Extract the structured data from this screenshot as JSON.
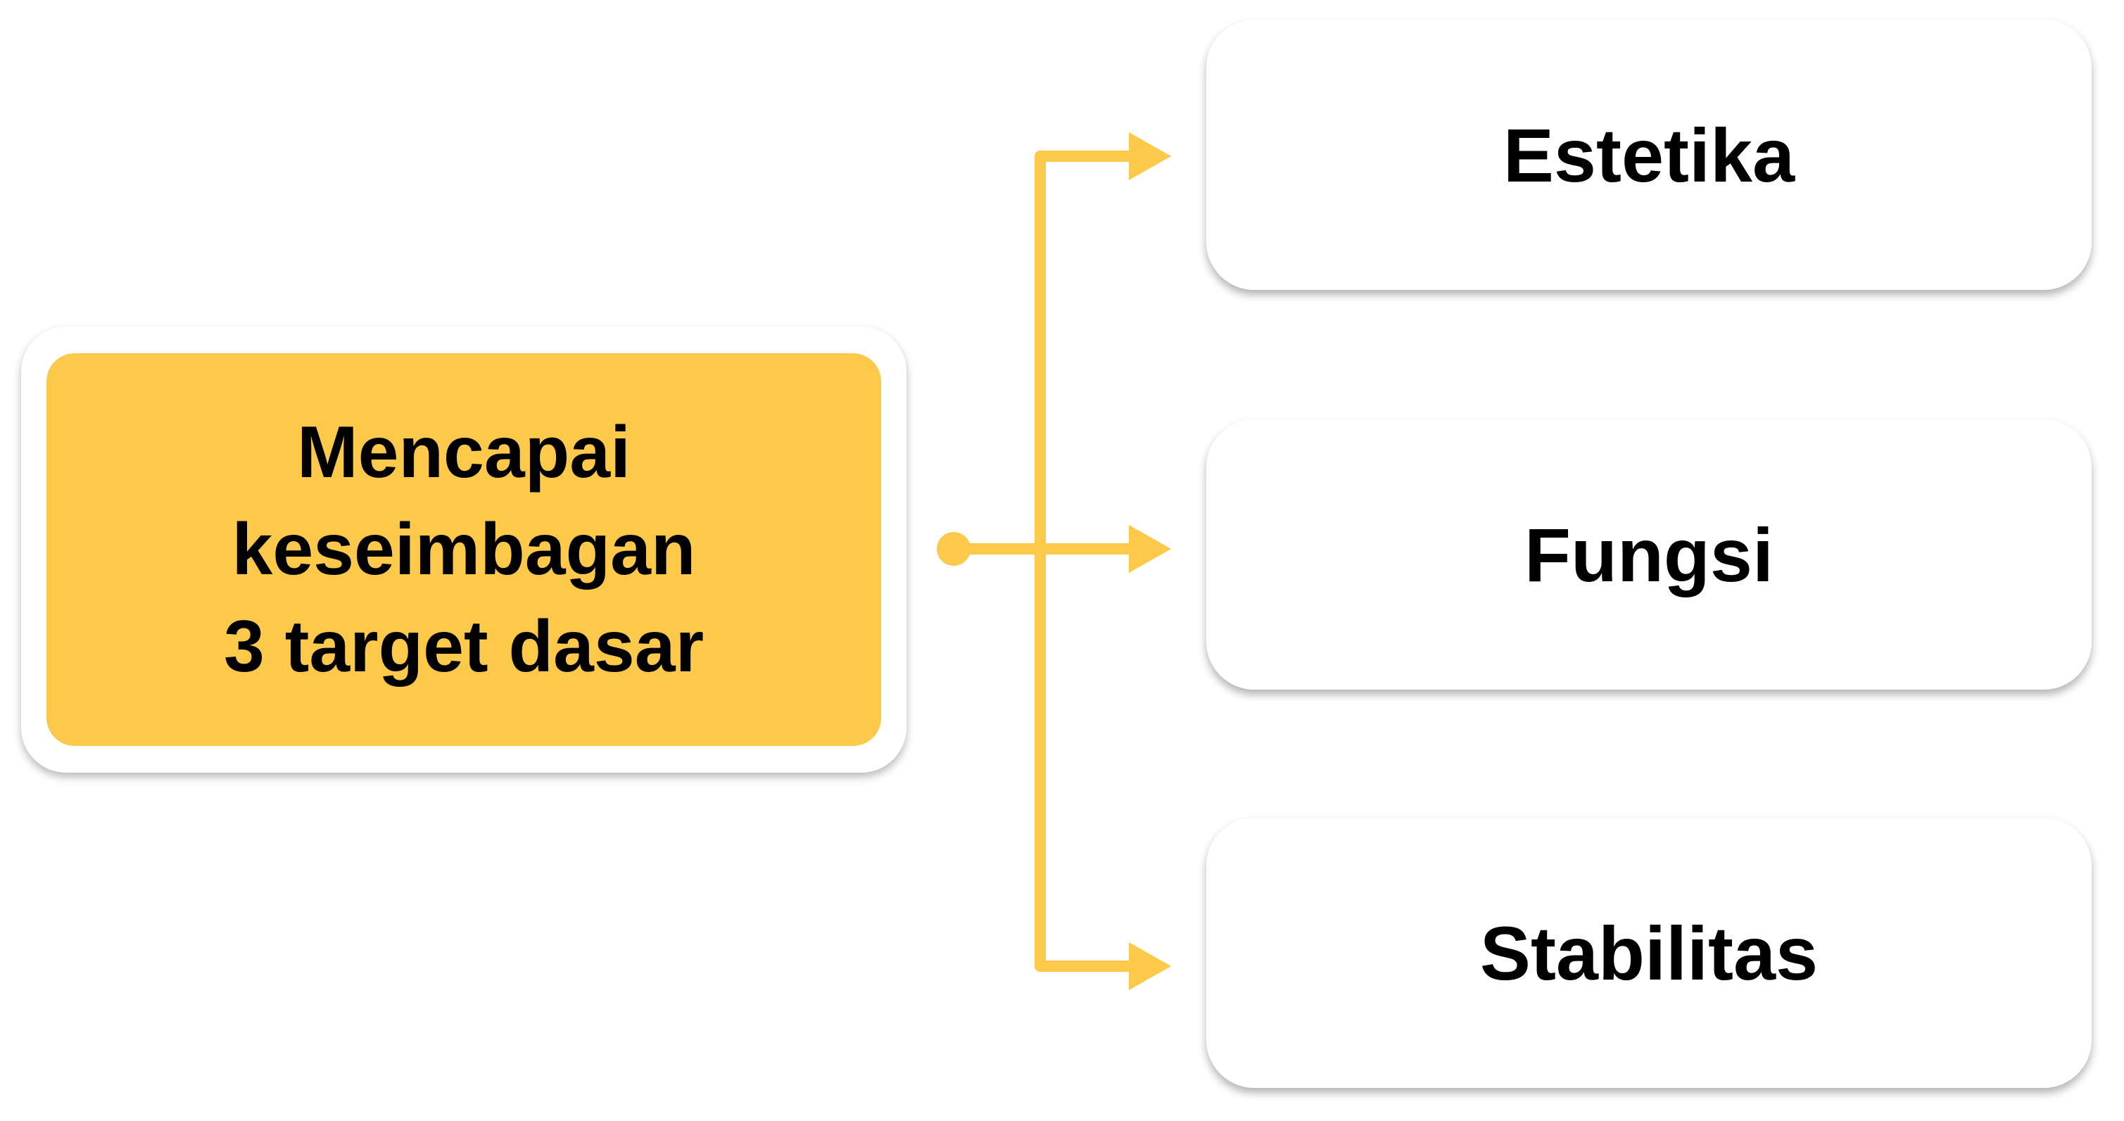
{
  "colors": {
    "accent": "#FDC94B",
    "text": "#000000",
    "box_fill": "#FFFFFF"
  },
  "main_node": {
    "lines": [
      "Mencapai",
      "keseimbagan",
      "3 target dasar"
    ]
  },
  "targets": [
    {
      "label": "Estetika"
    },
    {
      "label": "Fungsi"
    },
    {
      "label": "Stabilitas"
    }
  ]
}
